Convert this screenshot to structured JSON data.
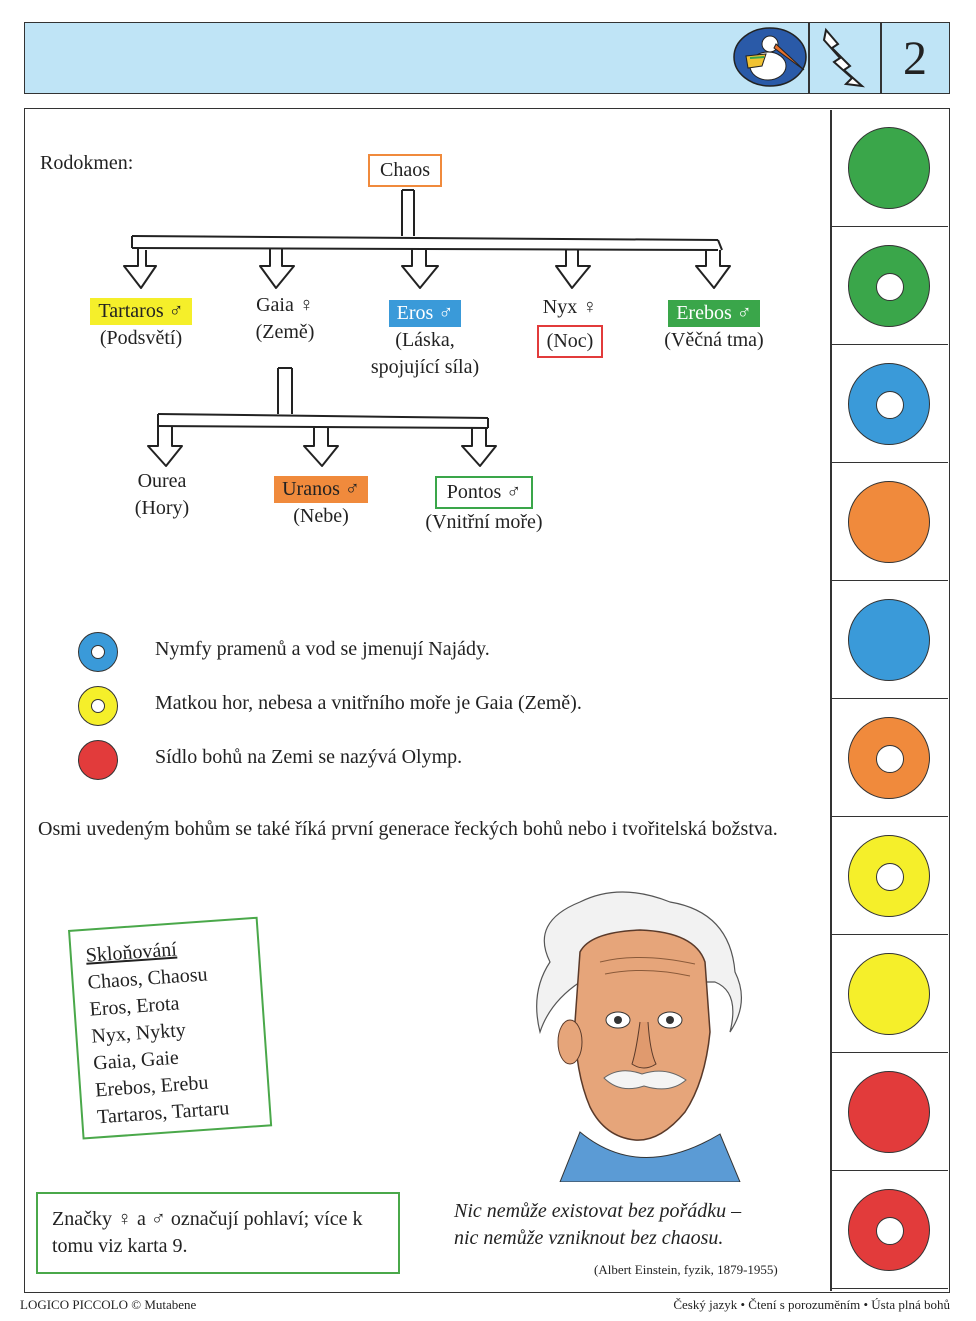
{
  "header": {
    "card_number": "2",
    "stork_icon": "stork-icon",
    "arrow_icon": "lightning-arrow-icon"
  },
  "tree": {
    "label": "Rodokmen:",
    "root": "Chaos",
    "children": [
      {
        "name": "Tartaros ♂",
        "meaning": "(Podsvětí)",
        "color": "#f5ef2a"
      },
      {
        "name": "Gaia ♀",
        "meaning": "(Země)",
        "color": ""
      },
      {
        "name": "Eros ♂",
        "meaning_line1": "(Láska,",
        "meaning_line2": "spojující síla)",
        "color": "#3a9ad9"
      },
      {
        "name": "Nyx ♀",
        "meaning": "(Noc)",
        "color": "#e23b3b"
      },
      {
        "name": "Erebos ♂",
        "meaning": "(Věčná tma)",
        "color": "#3aa64a"
      }
    ],
    "gaia_children": [
      {
        "name": "Ourea",
        "meaning": "(Hory)",
        "color": ""
      },
      {
        "name": "Uranos ♂",
        "meaning": "(Nebe)",
        "color": "#f08a3c"
      },
      {
        "name": "Pontos ♂",
        "meaning": "(Vnitřní moře)",
        "color": "#3aa64a"
      }
    ]
  },
  "legend": [
    {
      "text": "Nymfy pramenů a vod se jmenují Najády.",
      "color": "#3a9ad9",
      "hole": true
    },
    {
      "text": "Matkou hor, nebesa a vnitřního moře je Gaia (Země).",
      "color": "#f5ef2a",
      "hole": true
    },
    {
      "text": "Sídlo bohů na Zemi se nazývá Olymp.",
      "color": "#e23b3b",
      "hole": false
    }
  ],
  "paragraph": "Osmi uvedeným bohům se také říká první generace řeckých bohů nebo i tvořitelská božstva.",
  "declension": {
    "title": "Skloňování",
    "lines": [
      "Chaos, Chaosu",
      "Eros, Erota",
      "Nyx, Nykty",
      "Gaia, Gaie",
      "Erebos, Erebu",
      "Tartaros, Tartaru"
    ]
  },
  "note": "Značky ♀ a ♂ označují pohlaví; více k tomu viz karta 9.",
  "quote": {
    "line1": "Nic nemůže existovat bez pořádku –",
    "line2": "nic nemůže vzniknout bez chaosu.",
    "source": "(Albert Einstein, fyzik, 1879-1955)"
  },
  "answer_strip": [
    {
      "color": "#3aa64a",
      "hole": false
    },
    {
      "color": "#3aa64a",
      "hole": true
    },
    {
      "color": "#3a9ad9",
      "hole": true
    },
    {
      "color": "#f08a3c",
      "hole": false
    },
    {
      "color": "#3a9ad9",
      "hole": false
    },
    {
      "color": "#f08a3c",
      "hole": true
    },
    {
      "color": "#f5ef2a",
      "hole": true
    },
    {
      "color": "#f5ef2a",
      "hole": false
    },
    {
      "color": "#e23b3b",
      "hole": false
    },
    {
      "color": "#e23b3b",
      "hole": true
    }
  ],
  "footer": {
    "left": "LOGICO PICCOLO © Mutabene",
    "right": "Český jazyk • Čtení s porozuměním • Ústa plná bohů"
  }
}
